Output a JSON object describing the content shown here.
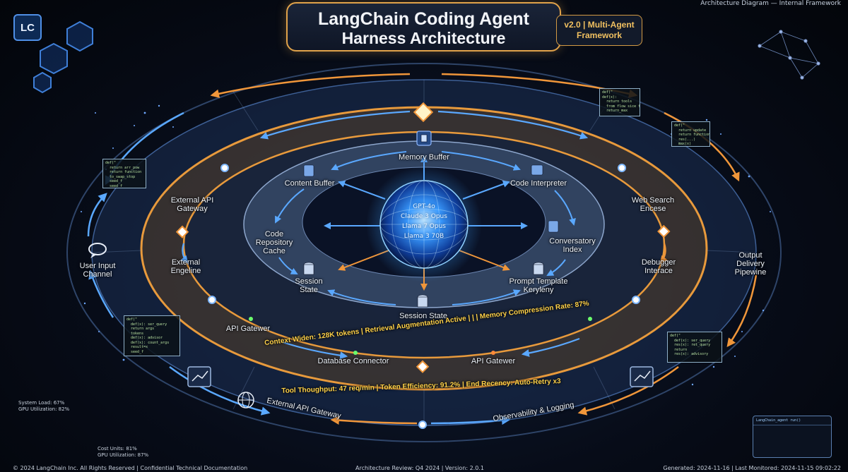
{
  "header": {
    "logo_badge": "LC",
    "top_right_label": "Architecture Diagram — Internal Framework",
    "title_line1": "LangChain Coding Agent",
    "title_line2": "Harness Architecture",
    "version_badge": "v2.0 | Multi-Agent Framework"
  },
  "core": {
    "models": [
      "GPT-4o",
      "Claude 3 Opus",
      "Llama 7 Opus",
      "Llama 3 70B"
    ]
  },
  "inner_ring": {
    "memory_buffer": "Memory Buffer",
    "content_buffer": "Content Buffer",
    "code_interpreter": "Code Interpreter",
    "code_repo_cache": "Code Repository Cache",
    "conversation_index": "Conversatory Index",
    "session_state_left": "Session State",
    "prompt_template": "Prompt Template Keryleny",
    "session_state_bottom": "Session State"
  },
  "middle_ring": {
    "external_api_gateway": "External API Gateway",
    "web_search": "Web Search Encese",
    "external_engine": "External Engeline",
    "debugger": "Debugger Interace",
    "api_gateway_left": "API Gatewer",
    "database_connector": "Database Connector",
    "api_gateway_right": "API Gatewer",
    "status_banner": "Context Widen: 128K tokens | Retrieval Augmentation Active | | | Memory Compression Rate: 87%"
  },
  "outer_ring": {
    "user_input": "User Input Channel",
    "output_pipeline": "Output Delivery Pipewine",
    "external_api_gateway": "External API Gateway",
    "observability": "Observability & Logging",
    "status_banner": "Tool Thoughput: 47 req/min | Token Efficiency: 91.2% | End Recency: Auto-Retry x3"
  },
  "code_snippets": {
    "top_right_1": "def(\"\ndef(x):\n  return tools\n  from flow sice f\n  return_max",
    "top_right_2": "def(\"\n  return update\n  return function\n  res(...)\n  max(x)",
    "left_upper": "def(\"\n  return arr_pow\n  return function\n  to_swap_stop\n  seed_f\n  seed_f",
    "left_lower": "def(\"\n  def(x): ser_query\n  return args\n  tokens\n  def(x): advisor\n  def(x): count_args\n  result=x\n  seed_f",
    "right_lower": "def(\"\n  def(x): ser_query\n  res(x): ret_query\n  return\n  res(x): advisory"
  },
  "stats_left": {
    "upper": "System Load: 67%\nGPU Utilization: 82%",
    "lower": "Cost Units: 81%\nGPU Utilization: 87%"
  },
  "terminal": {
    "prompt": "LangChain_agent run()"
  },
  "footer": {
    "left": "© 2024 LangChain Inc. All Rights Reserved | Confidential Technical Documentation",
    "center": "Architecture Review: Q4 2024 | Version: 2.0.1",
    "right": "Generated: 2024-11-16 | Last Monitored: 2024-11-15 09:02:22"
  },
  "colors": {
    "accent_blue": "#4f9bff",
    "accent_orange": "#f0963a",
    "status_yellow": "#ffd24a",
    "core_glow": "#3aa0ff"
  }
}
